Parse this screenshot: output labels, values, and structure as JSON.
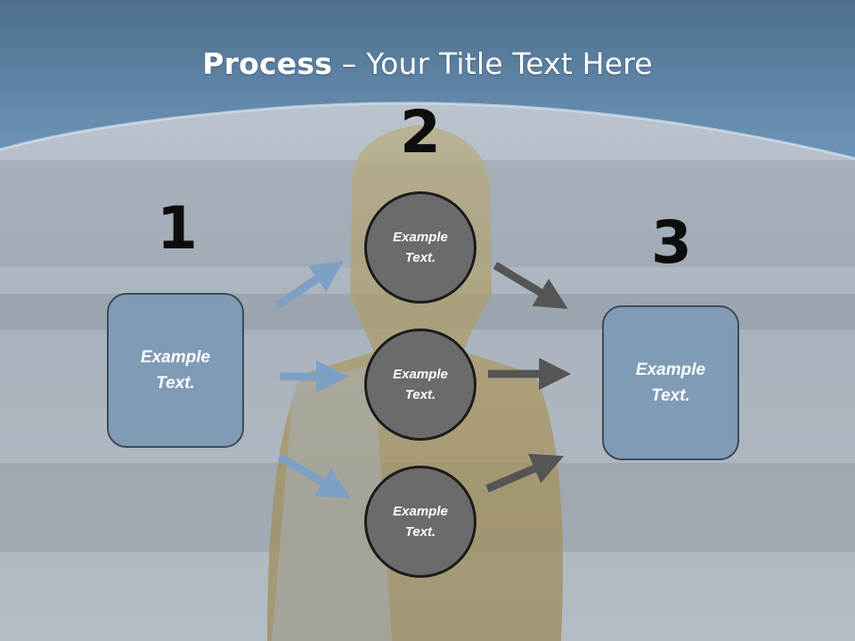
{
  "title": {
    "bold": "Process",
    "rest": " – Your Title Text Here"
  },
  "steps": {
    "n1": "1",
    "n2": "2",
    "n3": "3"
  },
  "left_box": {
    "line1": "Example",
    "line2": "Text."
  },
  "right_box": {
    "line1": "Example",
    "line2": "Text."
  },
  "circles": [
    {
      "line1": "Example",
      "line2": "Text."
    },
    {
      "line1": "Example",
      "line2": "Text."
    },
    {
      "line1": "Example",
      "line2": "Text."
    }
  ],
  "colors": {
    "header": "#5f87ab",
    "box_fill": "#7f9bb6",
    "circle_fill": "#6b6b6b",
    "arrow_in": "#7d9fc3",
    "arrow_out": "#555555"
  }
}
